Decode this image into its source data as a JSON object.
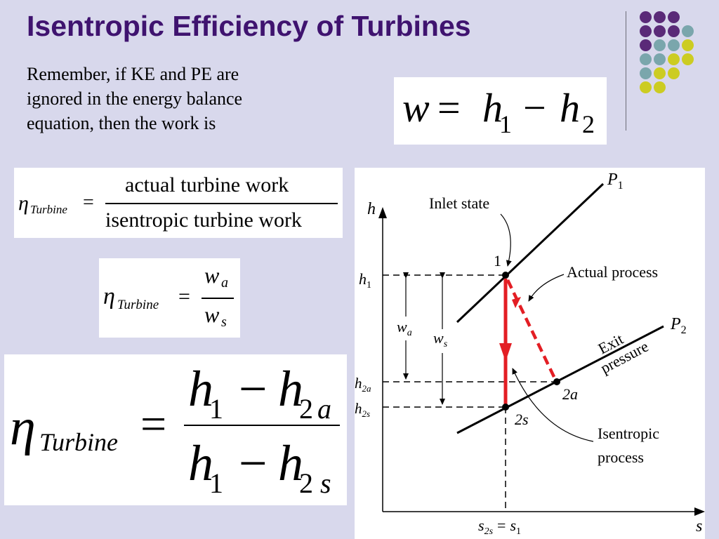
{
  "slide": {
    "title": "Isentropic Efficiency of Turbines",
    "intro_lines": [
      "Remember, if KE and PE are",
      "ignored in the energy balance",
      "equation, then the work is"
    ],
    "colors": {
      "title": "#3f136f",
      "background": "#d8d8ec",
      "purple": "#5a2a78",
      "teal": "#7aa6ac",
      "yellow": "#cccc22",
      "red": "#e31e24"
    },
    "decor_dots": [
      [
        "purple",
        "purple",
        "purple",
        ""
      ],
      [
        "purple",
        "purple",
        "purple",
        "teal"
      ],
      [
        "purple",
        "teal",
        "teal",
        "yellow"
      ],
      [
        "teal",
        "teal",
        "yellow",
        "yellow"
      ],
      [
        "teal",
        "yellow",
        "yellow",
        ""
      ],
      [
        "yellow",
        "yellow",
        "",
        ""
      ]
    ]
  },
  "eq_work": {
    "w": "w",
    "eq": "=",
    "h": "h",
    "sub1": "1",
    "minus": "−",
    "sub2": "2"
  },
  "eq_def": {
    "eta": "η",
    "eta_sub": "Turbine",
    "eq": "=",
    "numerator": "actual turbine work",
    "denominator": "isentropic turbine work"
  },
  "eq_ratio": {
    "eta": "η",
    "eta_sub": "Turbine",
    "eq": "=",
    "w": "w",
    "sub_a": "a",
    "sub_s": "s"
  },
  "eq_enthalpy": {
    "eta": "η",
    "eta_sub": "Turbine",
    "eq": "=",
    "h": "h",
    "sub1": "1",
    "minus": "−",
    "sub2": "2",
    "sub_a": "a",
    "sub_s": "s"
  },
  "diagram": {
    "y_axis": "h",
    "x_axis": "s",
    "p1": "P",
    "p1_sub": "1",
    "p2": "P",
    "p2_sub": "2",
    "inlet_state": "Inlet state",
    "actual_process": "Actual process",
    "exit_pressure": [
      "Exit",
      "pressure"
    ],
    "isentropic_process": [
      "Isentropic",
      "process"
    ],
    "state_1": "1",
    "state_2a": "2a",
    "state_2s": "2s",
    "h1": "h",
    "h1_sub": "1",
    "h2a": "h",
    "h2a_sub": "2a",
    "h2s": "h",
    "h2s_sub": "2s",
    "wa": "w",
    "wa_sub": "a",
    "ws": "w",
    "ws_sub": "s",
    "s_axis_label": {
      "s": "s",
      "sub": "2s",
      "eq": "=",
      "s1": "s",
      "s1_sub": "1"
    }
  }
}
